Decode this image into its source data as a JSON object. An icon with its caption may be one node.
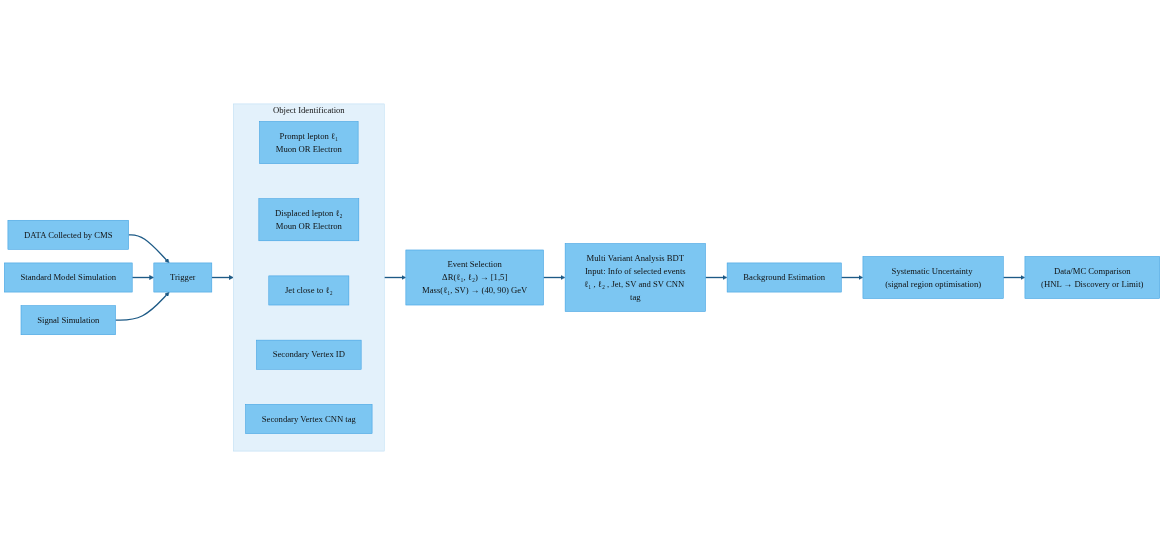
{
  "diagram": {
    "nodes": [
      {
        "text": [
          "DATA Collected by CMS"
        ]
      },
      {
        "text": [
          "Standard Model Simulation"
        ]
      },
      {
        "text": [
          "Signal Simulation"
        ]
      },
      {
        "text": [
          "Trigger"
        ]
      },
      {
        "text": [
          "Object Identification"
        ]
      },
      {
        "text": [
          "Prompt lepton ℓ₁",
          "Muon OR Electron"
        ],
        "in": 4
      },
      {
        "text": [
          "Displaced lepton ℓ₂",
          "Moun OR Electron"
        ],
        "in": 4
      },
      {
        "text": [
          "Jet close to ℓ₂"
        ],
        "in": 4
      },
      {
        "text": [
          "Secondary Vertex ID"
        ],
        "in": 4
      },
      {
        "text": [
          "Secondary Vertex CNN tag"
        ],
        "in": 4
      },
      {
        "text": [
          "Event Selection",
          "ΔR(ℓ₁, ℓ₂) → [1,5]",
          "Mass(ℓ₁, SV) → (40, 90) GeV"
        ]
      },
      {
        "text": [
          "Multi Variant Analysis BDT",
          "Input: Info of selected events",
          "ℓ₁ , ℓ₂ , Jet, SV and SV CNN tag"
        ]
      },
      {
        "text": [
          "Background Estimation"
        ]
      },
      {
        "text": [
          "Systematic Uncertainty (signal region optimisation)"
        ]
      },
      {
        "text": [
          "Data/MC Comparison",
          "(HNL → Discovery or Limit)"
        ]
      }
    ],
    "edges": [
      {
        "from": 0,
        "to": 3,
        "arrow": "to"
      },
      {
        "from": 1,
        "to": 3,
        "arrow": "to"
      },
      {
        "from": 2,
        "to": 3,
        "arrow": "to"
      },
      {
        "from": 3,
        "to": 4,
        "arrow": "to"
      },
      {
        "from": 4,
        "to": 10,
        "arrow": "to"
      },
      {
        "from": 10,
        "to": 11,
        "arrow": "to"
      },
      {
        "from": 11,
        "to": 12,
        "arrow": "to"
      },
      {
        "from": 12,
        "to": 13,
        "arrow": "to"
      },
      {
        "from": 13,
        "to": 14,
        "arrow": "to"
      }
    ]
  }
}
